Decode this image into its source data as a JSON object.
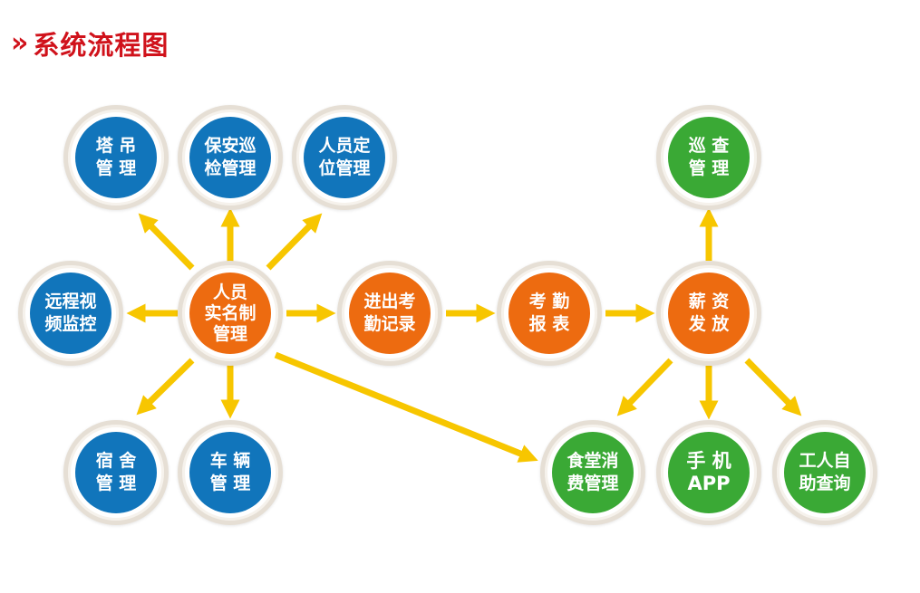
{
  "header": {
    "chevron": "»",
    "title": "系统流程图"
  },
  "colors": {
    "blue": "#1175bb",
    "orange": "#ed6b10",
    "green": "#3aa935",
    "arrow": "#f7c600",
    "title": "#d0121b",
    "ring": "#e6dfd5"
  },
  "nodes": {
    "tower_crane": {
      "lines": [
        "塔 吊",
        "管 理"
      ]
    },
    "security_patrol": {
      "lines": [
        "保安巡",
        "检管理"
      ]
    },
    "personnel_location": {
      "lines": [
        "人员定",
        "位管理"
      ]
    },
    "remote_video": {
      "lines": [
        "远程视",
        "频监控"
      ]
    },
    "realname_mgmt": {
      "lines": [
        "人员",
        "实名制",
        "管理"
      ]
    },
    "dorm_mgmt": {
      "lines": [
        "宿 舍",
        "管 理"
      ]
    },
    "vehicle_mgmt": {
      "lines": [
        "车 辆",
        "管 理"
      ]
    },
    "attendance_record": {
      "lines": [
        "进出考",
        "勤记录"
      ]
    },
    "attendance_report": {
      "lines": [
        "考 勤",
        "报 表"
      ]
    },
    "salary_payment": {
      "lines": [
        "薪 资",
        "发 放"
      ]
    },
    "inspection_mgmt": {
      "lines": [
        "巡 查",
        "管 理"
      ]
    },
    "canteen_mgmt": {
      "lines": [
        "食堂消",
        "费管理"
      ]
    },
    "mobile_app": {
      "lines": [
        "手 机",
        "APP"
      ]
    },
    "self_query": {
      "lines": [
        "工人自",
        "助查询"
      ]
    }
  }
}
